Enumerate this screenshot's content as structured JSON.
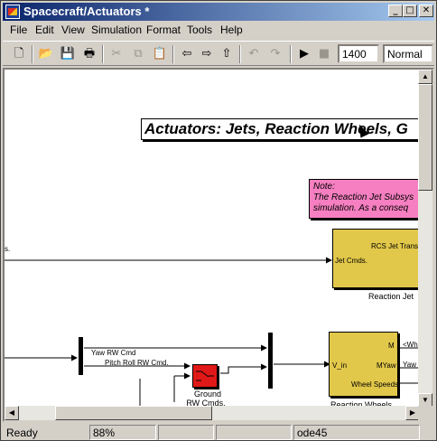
{
  "window": {
    "title": "Spacecraft/Actuators *",
    "controls": {
      "minimize": "_",
      "maximize": "□",
      "close": "✕"
    }
  },
  "menu": [
    "File",
    "Edit",
    "View",
    "Simulation",
    "Format",
    "Tools",
    "Help"
  ],
  "toolbar": {
    "icons": [
      "new-icon",
      "open-icon",
      "save-icon",
      "print-icon",
      "cut-icon",
      "copy-icon",
      "paste-icon",
      "back-icon",
      "forward-icon",
      "up-icon",
      "undo-icon",
      "redo-icon",
      "play-icon",
      "stop-icon"
    ],
    "stop_time": "1400",
    "sim_mode": "Normal"
  },
  "diagram": {
    "title": "Actuators: Jets, Reaction Wheels, G",
    "note": {
      "heading": "Note:",
      "line1": "The Reaction Jet Subsys",
      "line2": "simulation.  As a conseq"
    },
    "left_signal_fragment": "s.",
    "jet_block": {
      "label": "Reaction Jet",
      "in_port": "Jet Cmds.",
      "out_port": "RCS Jet Trans"
    },
    "rw_block": {
      "label": "Reaction Wheels",
      "in_port": "V_in",
      "port_m": "M",
      "port_myaw": "MYaw",
      "port_speeds": "Wheel Speeds"
    },
    "signals": {
      "yaw_cmd": "Yaw RW Cmd",
      "pitch_roll_cmd": "Pitch Roll RW Cmd.",
      "out_whe": "<Whe",
      "out_yaw": "Yaw R"
    },
    "ground_block": {
      "label_line1": "Ground",
      "label_line2": "RW Cmds."
    }
  },
  "status": {
    "state": "Ready",
    "zoom": "88%",
    "solver": "ode45"
  }
}
